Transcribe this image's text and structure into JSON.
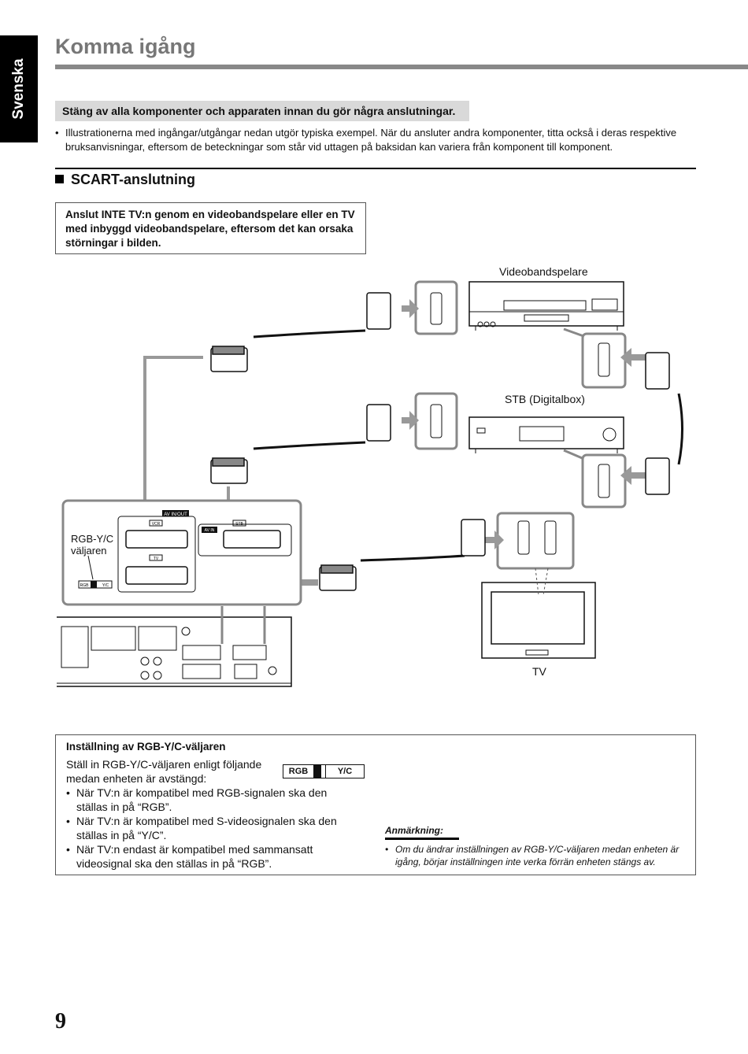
{
  "side_tab": {
    "label": "Svenska"
  },
  "page_title": "Komma igång",
  "warning_banner": "Stäng av alla komponenter och apparaten innan du gör några anslutningar.",
  "intro": {
    "bullet": "•",
    "text": "Illustrationerna med ingångar/utgångar nedan utgör typiska exempel. När du ansluter andra komponenter, titta också i deras respektive bruksanvisningar, eftersom de beteckningar som står vid uttagen på baksidan kan variera från komponent till komponent."
  },
  "section": {
    "title": "SCART-anslutning"
  },
  "warning_box": "Anslut INTE TV:n genom en videobandspelare eller en TV med inbyggd videobandspelare, eftersom det kan orsaka störningar i bilden.",
  "diagram": {
    "labels": {
      "vcr": "Videobandspelare",
      "stb": "STB (Digitalbox)",
      "tv": "TV",
      "switch_line1": "RGB-Y/C",
      "switch_line2": "väljaren"
    },
    "panel_tags": {
      "av_in_out": "AV   IN/OUT",
      "vcr": "VCR",
      "tv": "TV",
      "av_in": "AV   IN",
      "stb": "STB",
      "rgb": "RGB",
      "yc": "Y/C"
    }
  },
  "settings": {
    "title": "Inställning av RGB-Y/C-väljaren",
    "intro": "Ställ in RGB-Y/C-väljaren enligt följande medan enheten är avstängd:",
    "bullet": "•",
    "items": [
      "När TV:n är kompatibel med RGB-signalen ska den ställas in på “RGB”.",
      "När TV:n är kompatibel med S-videosignalen ska den ställas in på “Y/C”.",
      "När TV:n endast är kompatibel med sammansatt videosignal ska den ställas in på “RGB”."
    ],
    "switch": {
      "left": "RGB",
      "right": "Y/C"
    },
    "note_title": "Anmärkning:",
    "note_text": "Om du ändrar inställningen av RGB-Y/C-väljaren medan enheten är igång, börjar inställningen inte verka förrän enheten stängs av."
  },
  "page_number": "9"
}
